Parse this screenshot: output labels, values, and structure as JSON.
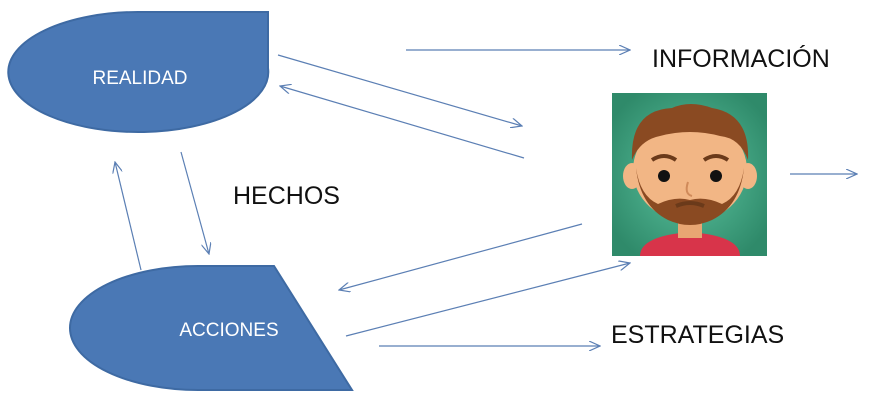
{
  "nodes": {
    "realidad": {
      "label": "REALIDAD"
    },
    "acciones": {
      "label": "ACCIONES"
    }
  },
  "labels": {
    "informacion": "INFORMACIÓN",
    "hechos": "HECHOS",
    "estrategias": "ESTRATEGIAS"
  },
  "avatar": {
    "icon": "bearded-man-avatar-icon"
  },
  "colors": {
    "shape_fill": "#4a78b5",
    "shape_stroke": "#3e6aa3",
    "arrow": "#5b7fb4",
    "avatar_bg": "#3b9a7a",
    "skin": "#f2b685",
    "hair": "#8a4a22",
    "shirt": "#d8344a"
  }
}
